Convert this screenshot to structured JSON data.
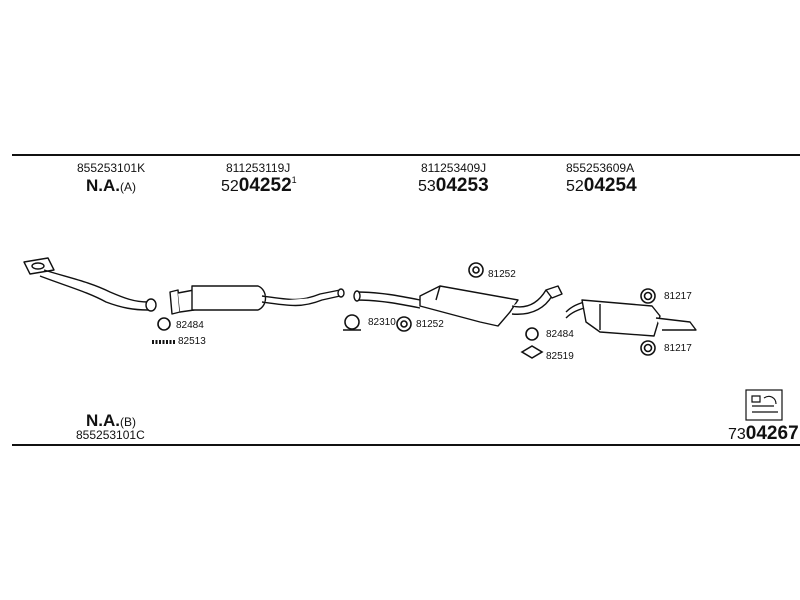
{
  "header": {
    "columns": [
      {
        "oem": "855253101K",
        "na_label": "N.A.",
        "na_suffix": "(A)"
      },
      {
        "oem": "811253119J",
        "ref_prefix": "52",
        "ref_main": "04252",
        "ref_sup": "1"
      },
      {
        "oem": "811253409J",
        "ref_prefix": "53",
        "ref_main": "04253"
      },
      {
        "oem": "855253609A",
        "ref_prefix": "52",
        "ref_main": "04254"
      }
    ]
  },
  "parts": [
    {
      "number": "82484",
      "icon": "ring-clamp-icon"
    },
    {
      "number": "82513",
      "icon": "spring-icon"
    },
    {
      "number": "82310",
      "icon": "clamp-icon"
    },
    {
      "number": "81252",
      "icon": "rubber-mount-icon"
    },
    {
      "number": "81252",
      "icon": "rubber-mount-icon"
    },
    {
      "number": "82484",
      "icon": "ring-clamp-icon"
    },
    {
      "number": "82519",
      "icon": "gasket-icon"
    },
    {
      "number": "81217",
      "icon": "ring-clamp-icon"
    },
    {
      "number": "81217",
      "icon": "ring-clamp-icon"
    }
  ],
  "footer": {
    "na_label": "N.A.",
    "na_suffix": "(B)",
    "oem": "855253101C",
    "ref_prefix": "73",
    "ref_main": "04267"
  }
}
